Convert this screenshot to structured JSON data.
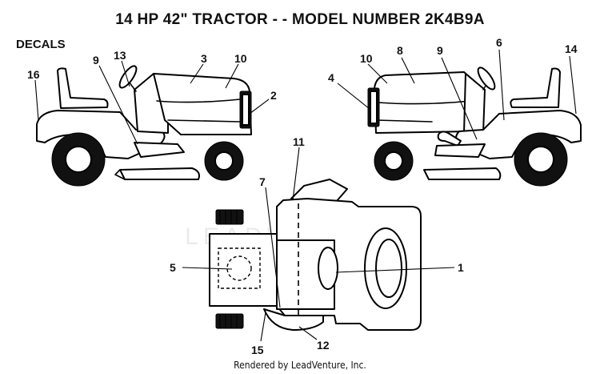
{
  "title": "14 HP 42\" TRACTOR - - MODEL NUMBER 2K4B9A",
  "section": "DECALS",
  "footer": "Rendered by LeadVenture, Inc.",
  "watermark": "LEADVENTURE",
  "callouts": {
    "c1": "1",
    "c2": "2",
    "c3": "3",
    "c4": "4",
    "c5": "5",
    "c6": "6",
    "c7": "7",
    "c8": "8",
    "c9a": "9",
    "c9b": "9",
    "c10a": "10",
    "c10b": "10",
    "c11": "11",
    "c12": "12",
    "c13": "13",
    "c14": "14",
    "c15": "15",
    "c16": "16"
  }
}
